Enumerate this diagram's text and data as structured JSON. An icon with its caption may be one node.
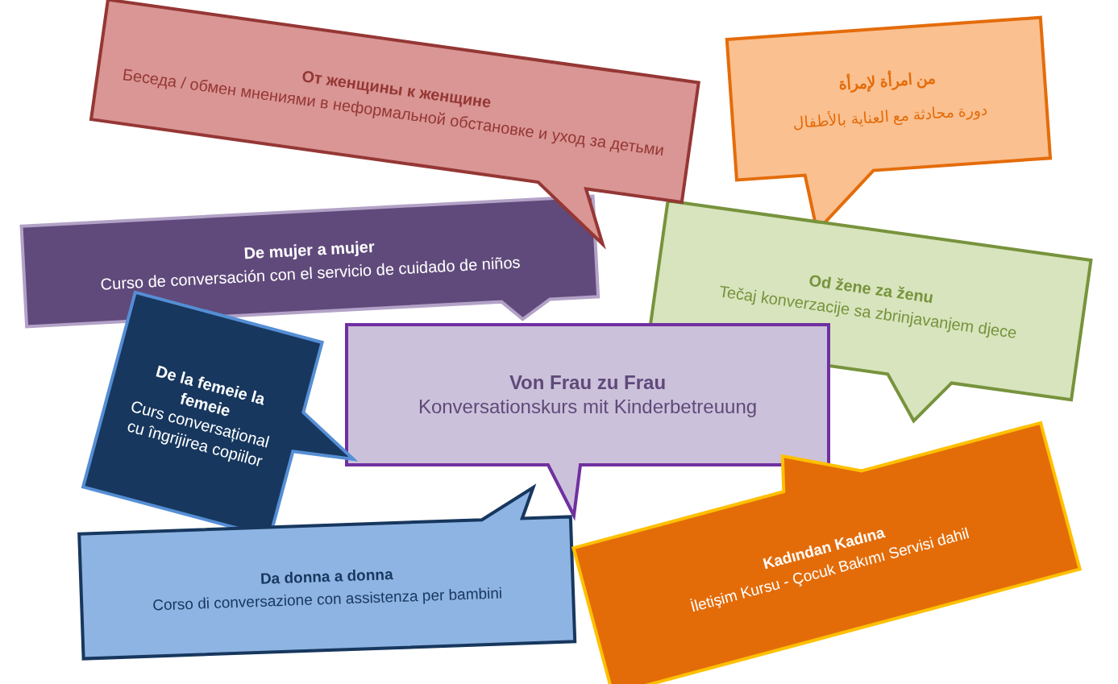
{
  "diagram": {
    "nodes": [
      {
        "text": [
          "От женщины к женщине",
          "Беседа / обмен мнениями в неформальной обстановке и уход за детьми"
        ]
      },
      {
        "text": [
          "من امرأة لإمرأة",
          "دورة محادثة مع العناية بالأطفال"
        ]
      },
      {
        "text": [
          "De mujer a mujer",
          "Curso de conversación con el servicio de cuidado de niños"
        ]
      },
      {
        "text": [
          "Od žene za ženu",
          "Tečaj konverzacije sa zbrinjavanjem djece"
        ]
      },
      {
        "text": [
          "De la femeie la femeie",
          "Curs conversațional cu îngrijirea copiilor"
        ]
      },
      {
        "text": [
          "Von Frau zu Frau",
          "Konversationskurs mit Kinderbetreuung"
        ]
      },
      {
        "text": [
          "Da donna a donna",
          "Corso di conversazione con assistenza per bambini"
        ]
      },
      {
        "text": [
          "Kadından Kadına",
          "İletişim Kursu - Çocuk Bakımı Servisi dahil"
        ]
      }
    ]
  }
}
